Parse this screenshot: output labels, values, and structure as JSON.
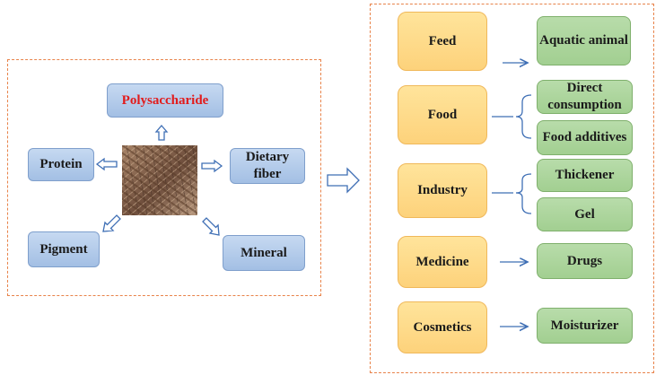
{
  "left_panel": {
    "center_image": "seaweed-fiber-photo",
    "components": {
      "polysaccharide": "Polysaccharide",
      "protein": "Protein",
      "dietary_fiber": "Dietary fiber",
      "pigment": "Pigment",
      "mineral": "Mineral"
    },
    "highlight_color": "#e21b1b"
  },
  "right_panel": {
    "applications": [
      {
        "label": "Feed",
        "uses": [
          "Aquatic animal"
        ]
      },
      {
        "label": "Food",
        "uses": [
          "Direct consumption",
          "Food additives"
        ]
      },
      {
        "label": "Industry",
        "uses": [
          "Thickener",
          "Gel"
        ]
      },
      {
        "label": "Medicine",
        "uses": [
          "Drugs"
        ]
      },
      {
        "label": "Cosmetics",
        "uses": [
          "Moisturizer"
        ]
      }
    ]
  },
  "colors": {
    "panel_border": "#e8834a",
    "component_box": "#b4cdeb",
    "application_box": "#fdd98a",
    "use_box": "#addaa0",
    "arrow": "#3f6fb5"
  }
}
